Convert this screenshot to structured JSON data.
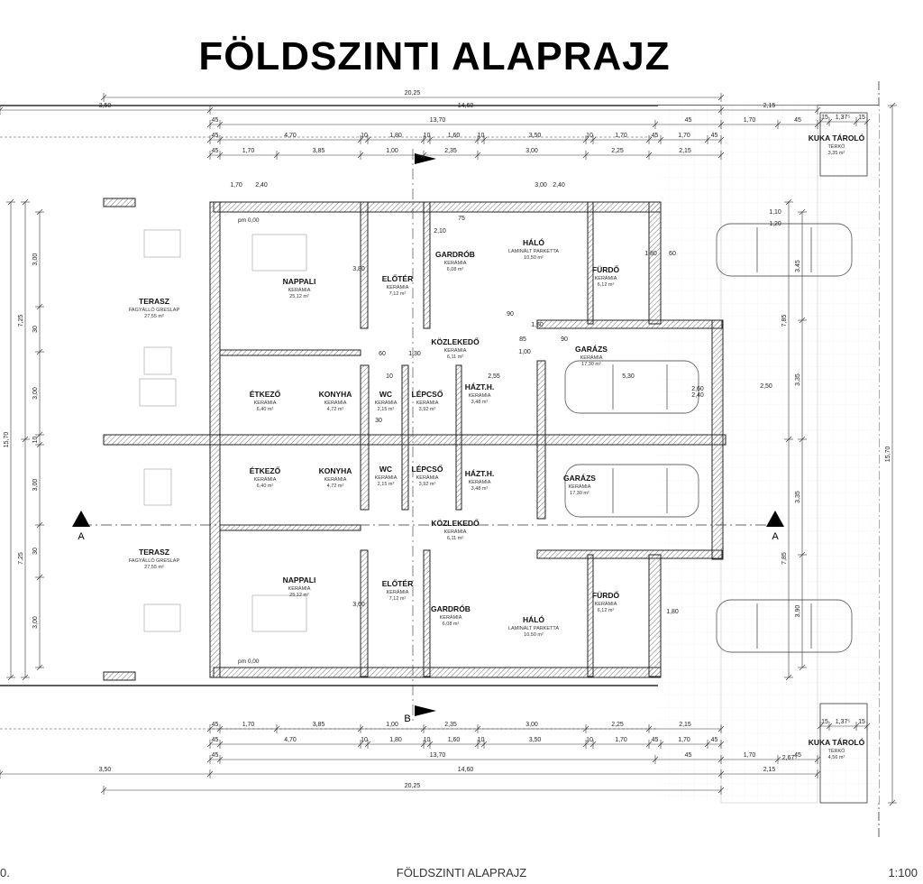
{
  "title": "FÖLDSZINTI ALAPRAJZ",
  "footer": {
    "title": "FÖLDSZINTI ALAPRAJZ",
    "scale": "1:100",
    "left_fragment": "0."
  },
  "rooms": [
    {
      "id": "nappali-top",
      "name": "NAPPALI",
      "material": "KERÁMIA",
      "area": "25,12 m²"
    },
    {
      "id": "eloter-top",
      "name": "ELŐTÉR",
      "material": "KERÁMIA",
      "area": "7,12 m²"
    },
    {
      "id": "gardrob-top",
      "name": "GARDRÓB",
      "material": "KERÁMIA",
      "area": "6,08 m²"
    },
    {
      "id": "halo-top",
      "name": "HÁLÓ",
      "material": "LAMINÁLT PARKETTA",
      "area": "10,50 m²"
    },
    {
      "id": "furdo-top",
      "name": "FÜRDŐ",
      "material": "KERÁMIA",
      "area": "6,12 m²"
    },
    {
      "id": "terasz-top",
      "name": "TERASZ",
      "material": "FAGYÁLLÓ GRESLAP",
      "area": "27,55 m²"
    },
    {
      "id": "kozlekedo-top",
      "name": "KÖZLEKEDŐ",
      "material": "KERÁMIA",
      "area": "6,11 m²"
    },
    {
      "id": "garazs-top",
      "name": "GARÁZS",
      "material": "KERÁMIA",
      "area": "17,30 m²"
    },
    {
      "id": "etkezo-top",
      "name": "ÉTKEZŐ",
      "material": "KERÁMIA",
      "area": "6,40 m²"
    },
    {
      "id": "konyha-top",
      "name": "KONYHA",
      "material": "KERÁMIA",
      "area": "4,72 m²"
    },
    {
      "id": "wc-top",
      "name": "WC",
      "material": "KERÁMIA",
      "area": "2,15 m²"
    },
    {
      "id": "lepcso-top",
      "name": "LÉPCSŐ",
      "material": "KERÁMIA",
      "area": "3,92 m²"
    },
    {
      "id": "hazt-top",
      "name": "HÁZT.H.",
      "material": "KERÁMIA",
      "area": "3,48 m²"
    },
    {
      "id": "etkezo-bot",
      "name": "ÉTKEZŐ",
      "material": "KERÁMIA",
      "area": "6,40 m²"
    },
    {
      "id": "konyha-bot",
      "name": "KONYHA",
      "material": "KERÁMIA",
      "area": "4,72 m²"
    },
    {
      "id": "wc-bot",
      "name": "WC",
      "material": "KERÁMIA",
      "area": "2,15 m²"
    },
    {
      "id": "lepcso-bot",
      "name": "LÉPCSŐ",
      "material": "KERÁMIA",
      "area": "3,92 m²"
    },
    {
      "id": "hazt-bot",
      "name": "HÁZT.H.",
      "material": "KERÁMIA",
      "area": "3,48 m²"
    },
    {
      "id": "garazs-bot",
      "name": "GARÁZS",
      "material": "KERÁMIA",
      "area": "17,30 m²"
    },
    {
      "id": "kozlekedo-bot",
      "name": "KÖZLEKEDŐ",
      "material": "KERÁMIA",
      "area": "6,11 m²"
    },
    {
      "id": "terasz-bot",
      "name": "TERASZ",
      "material": "FAGYÁLLÓ GRESLAP",
      "area": "27,55 m²"
    },
    {
      "id": "nappali-bot",
      "name": "NAPPALI",
      "material": "KERÁMIA",
      "area": "25,12 m²"
    },
    {
      "id": "eloter-bot",
      "name": "ELŐTÉR",
      "material": "KERÁMIA",
      "area": "7,12 m²"
    },
    {
      "id": "gardrob-bot",
      "name": "GARDRÓB",
      "material": "KERÁMIA",
      "area": "6,08 m²"
    },
    {
      "id": "halo-bot",
      "name": "HÁLÓ",
      "material": "LAMINÁLT PARKETTA",
      "area": "10,50 m²"
    },
    {
      "id": "furdo-bot",
      "name": "FÜRDŐ",
      "material": "KERÁMIA",
      "area": "6,12 m²"
    },
    {
      "id": "kuka-top",
      "name": "KUKA TÁROLÓ",
      "material": "TÉRKŐ",
      "area": "3,35 m²"
    },
    {
      "id": "kuka-bot",
      "name": "KUKA TÁROLÓ",
      "material": "TÉRKŐ",
      "area": "4,56 m²"
    }
  ],
  "levels": {
    "top": "pm 0,00",
    "bottom": "pm 0,00"
  },
  "section_marks": {
    "a": "A",
    "b": "B"
  },
  "dims": {
    "overall_top": "20,25",
    "row_a_top": [
      "3,50",
      "14,60",
      "2,15"
    ],
    "row_b_top": [
      "45",
      "13,70",
      "45",
      "1,70",
      "45"
    ],
    "row_c_top": [
      "45",
      "4,70",
      "10",
      "1,80",
      "10",
      "1,60",
      "10",
      "3,50",
      "10",
      "1,70",
      "45",
      "1,70",
      "45"
    ],
    "row_d_top": [
      "45",
      "1,70",
      "3,85",
      "1,00",
      "2,35",
      "3,00",
      "2,25",
      "2,15"
    ],
    "row_d_bot": [
      "45",
      "1,70",
      "3,85",
      "1,00",
      "2,35",
      "3,00",
      "2,25",
      "2,15"
    ],
    "row_c_bot": [
      "45",
      "4,70",
      "10",
      "1,80",
      "10",
      "1,60",
      "10",
      "3,50",
      "10",
      "1,70",
      "45",
      "1,70",
      "45"
    ],
    "row_b_bot": [
      "45",
      "13,70",
      "45",
      "1,70",
      "45"
    ],
    "row_a_bot": [
      "3,50",
      "14,60",
      "2,15"
    ],
    "overall_bot": "20,25",
    "left_total": "15,70",
    "left_half": [
      "7,25",
      "7,25"
    ],
    "left_sub": [
      "3,00",
      "3,00",
      "3,00",
      "3,00"
    ],
    "right_total": "15,70",
    "right_half": [
      "7,85",
      "7,85"
    ],
    "right_sub": [
      "3,45",
      "3,35",
      "3,35",
      "3,90"
    ],
    "kuka_widths": [
      "15",
      "1,37⁵",
      "15"
    ],
    "misc": [
      "1,70",
      "2,40",
      "3,00",
      "2,40",
      "2,10",
      "75",
      "1,80",
      "60",
      "90",
      "1,60",
      "1,30",
      "60",
      "1,00",
      "85",
      "90",
      "2,55",
      "5,30",
      "2,60",
      "2,40",
      "2,50",
      "1,10",
      "1,20",
      "10",
      "3,80",
      "3,60",
      "30",
      "1,80",
      "2,67⁵"
    ]
  }
}
